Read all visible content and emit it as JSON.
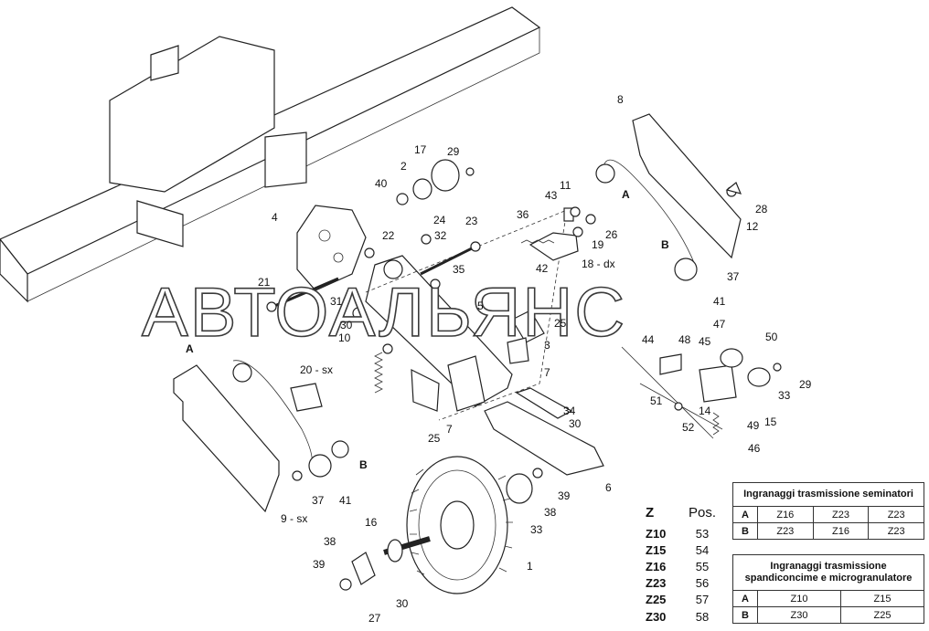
{
  "watermark": "АВТОАЛЬЯНС",
  "callouts": [
    {
      "id": "c1",
      "text": "1"
    },
    {
      "id": "c2",
      "text": "2"
    },
    {
      "id": "c3",
      "text": "3"
    },
    {
      "id": "c4",
      "text": "4"
    },
    {
      "id": "c5",
      "text": "5"
    },
    {
      "id": "c6",
      "text": "6"
    },
    {
      "id": "c7a",
      "text": "7"
    },
    {
      "id": "c7b",
      "text": "7"
    },
    {
      "id": "c8",
      "text": "8"
    },
    {
      "id": "c9",
      "text": "9 - sx"
    },
    {
      "id": "c10",
      "text": "10"
    },
    {
      "id": "c11",
      "text": "11"
    },
    {
      "id": "c12",
      "text": "12"
    },
    {
      "id": "c14",
      "text": "14"
    },
    {
      "id": "c15",
      "text": "15"
    },
    {
      "id": "c16",
      "text": "16"
    },
    {
      "id": "c17",
      "text": "17"
    },
    {
      "id": "c18",
      "text": "18 - dx"
    },
    {
      "id": "c19",
      "text": "19"
    },
    {
      "id": "c20",
      "text": "20 - sx"
    },
    {
      "id": "c21",
      "text": "21"
    },
    {
      "id": "c22",
      "text": "22"
    },
    {
      "id": "c23",
      "text": "23"
    },
    {
      "id": "c24",
      "text": "24"
    },
    {
      "id": "c25a",
      "text": "25"
    },
    {
      "id": "c25b",
      "text": "25"
    },
    {
      "id": "c26",
      "text": "26"
    },
    {
      "id": "c27",
      "text": "27"
    },
    {
      "id": "c28",
      "text": "28"
    },
    {
      "id": "c29a",
      "text": "29"
    },
    {
      "id": "c29b",
      "text": "29"
    },
    {
      "id": "c30a",
      "text": "30"
    },
    {
      "id": "c30b",
      "text": "30"
    },
    {
      "id": "c30c",
      "text": "30"
    },
    {
      "id": "c31",
      "text": "31"
    },
    {
      "id": "c32",
      "text": "32"
    },
    {
      "id": "c33a",
      "text": "33"
    },
    {
      "id": "c33b",
      "text": "33"
    },
    {
      "id": "c34",
      "text": "34"
    },
    {
      "id": "c35",
      "text": "35"
    },
    {
      "id": "c36",
      "text": "36"
    },
    {
      "id": "c37a",
      "text": "37"
    },
    {
      "id": "c37b",
      "text": "37"
    },
    {
      "id": "c38a",
      "text": "38"
    },
    {
      "id": "c38b",
      "text": "38"
    },
    {
      "id": "c39a",
      "text": "39"
    },
    {
      "id": "c39b",
      "text": "39"
    },
    {
      "id": "c40",
      "text": "40"
    },
    {
      "id": "c41a",
      "text": "41"
    },
    {
      "id": "c41b",
      "text": "41"
    },
    {
      "id": "c42",
      "text": "42"
    },
    {
      "id": "c43",
      "text": "43"
    },
    {
      "id": "c44",
      "text": "44"
    },
    {
      "id": "c45",
      "text": "45"
    },
    {
      "id": "c46",
      "text": "46"
    },
    {
      "id": "c47",
      "text": "47"
    },
    {
      "id": "c48",
      "text": "48"
    },
    {
      "id": "c49",
      "text": "49"
    },
    {
      "id": "c50",
      "text": "50"
    },
    {
      "id": "c51",
      "text": "51"
    },
    {
      "id": "c52",
      "text": "52"
    },
    {
      "id": "cA1",
      "text": "A"
    },
    {
      "id": "cA2",
      "text": "A"
    },
    {
      "id": "cB1",
      "text": "B"
    },
    {
      "id": "cB2",
      "text": "B"
    }
  ],
  "z_table": {
    "header_z": "Z",
    "header_pos": "Pos.",
    "rows": [
      {
        "z": "Z10",
        "pos": "53"
      },
      {
        "z": "Z15",
        "pos": "54"
      },
      {
        "z": "Z16",
        "pos": "55"
      },
      {
        "z": "Z23",
        "pos": "56"
      },
      {
        "z": "Z25",
        "pos": "57"
      },
      {
        "z": "Z30",
        "pos": "58"
      }
    ]
  },
  "seed_table": {
    "title": "Ingranaggi trasmissione seminatori",
    "rows": [
      {
        "key": "A",
        "values": [
          "Z16",
          "Z23",
          "Z23"
        ]
      },
      {
        "key": "B",
        "values": [
          "Z23",
          "Z16",
          "Z23"
        ]
      }
    ]
  },
  "micro_table": {
    "title": "Ingranaggi trasmissione spandiconcime e microgranulatore",
    "rows": [
      {
        "key": "A",
        "values": [
          "Z10",
          "Z15"
        ]
      },
      {
        "key": "B",
        "values": [
          "Z30",
          "Z25"
        ]
      }
    ]
  }
}
